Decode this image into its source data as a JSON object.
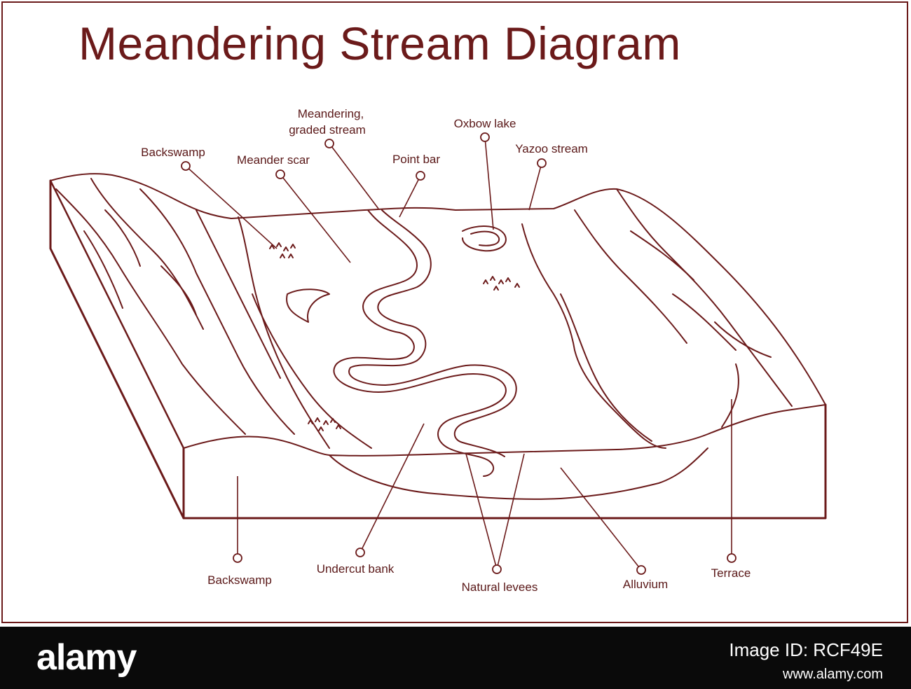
{
  "title": "Meandering Stream Diagram",
  "labels": {
    "meandering_stream_l1": "Meandering,",
    "meandering_stream_l2": "graded stream",
    "oxbow_lake": "Oxbow lake",
    "backswamp_top": "Backswamp",
    "meander_scar": "Meander scar",
    "point_bar": "Point bar",
    "yazoo_stream": "Yazoo stream",
    "backswamp_bottom": "Backswamp",
    "undercut_bank": "Undercut bank",
    "natural_levees": "Natural levees",
    "alluvium": "Alluvium",
    "terrace": "Terrace"
  },
  "colors": {
    "line": "#6b1a1a",
    "text": "#5a1818",
    "footer_bg": "#0a0a0a"
  },
  "footer": {
    "logo": "alamy",
    "image_id_label": "Image ID: RCF49E",
    "url": "www.alamy.com"
  }
}
